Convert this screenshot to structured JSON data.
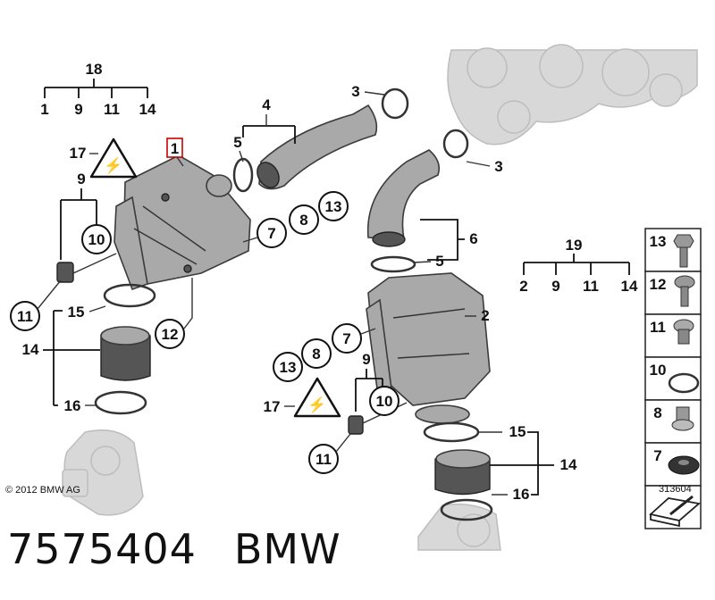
{
  "diagram": {
    "top_group": {
      "parent": "18",
      "children": [
        "1",
        "9",
        "11",
        "14"
      ]
    },
    "right_group": {
      "parent": "19",
      "children": [
        "2",
        "9",
        "11",
        "14"
      ]
    },
    "labels": {
      "l1": "1",
      "l2": "2",
      "l3a": "3",
      "l3b": "3",
      "l4": "4",
      "l5a": "5",
      "l5b": "5",
      "l6": "6",
      "l7a": "7",
      "l7b": "7",
      "l8a": "8",
      "l8b": "8",
      "l9a": "9",
      "l9b": "9",
      "l10a": "10",
      "l10b": "10",
      "l11a": "11",
      "l11b": "11",
      "l12": "12",
      "l13a": "13",
      "l13b": "13",
      "l14a": "14",
      "l14b": "14",
      "l15a": "15",
      "l15b": "15",
      "l16a": "16",
      "l16b": "16",
      "l17a": "17",
      "l17b": "17"
    },
    "legend": [
      "13",
      "12",
      "11",
      "10",
      "8",
      "7"
    ]
  },
  "copyright": "© 2012 BMW AG",
  "drawing_number": "313604",
  "footer": {
    "part_number": "7575404",
    "brand": "BMW"
  },
  "colors": {
    "highlight": "#cc0000"
  }
}
